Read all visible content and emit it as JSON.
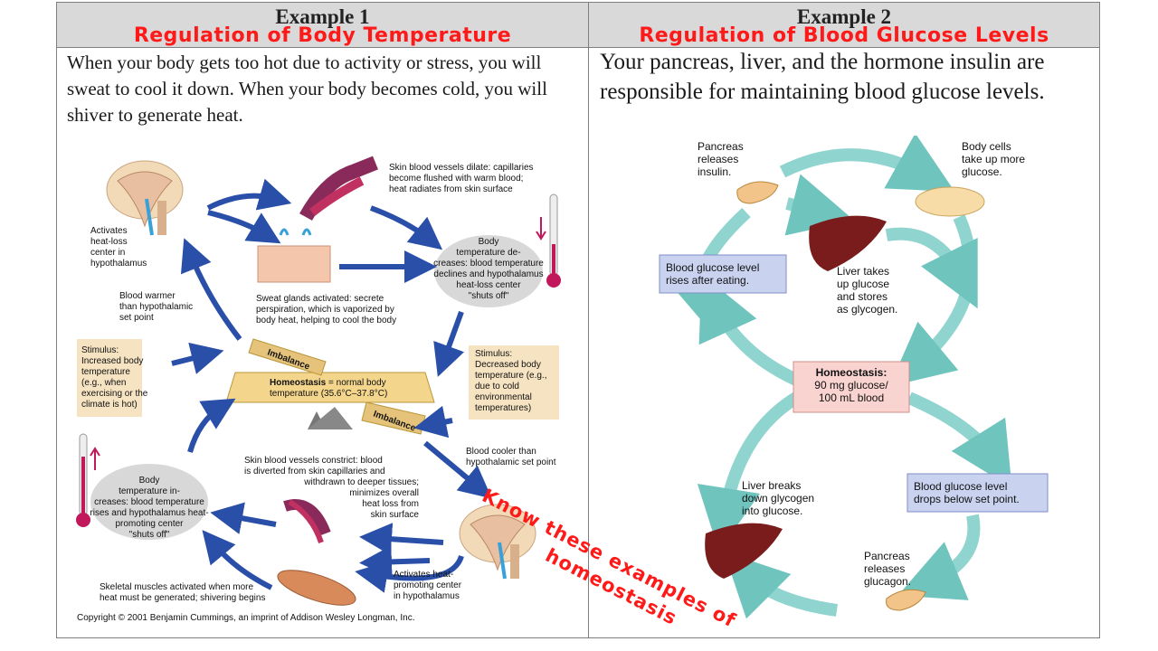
{
  "example1": {
    "title": "Example 1",
    "subtitle": "Regulation of Body Temperature",
    "paragraph": "When your body gets too hot due to activity or stress, you will sweat to cool it down. When your body becomes cold, you will shiver to generate heat.",
    "diagram": {
      "labels": {
        "activates_heat_loss_1": "Activates",
        "activates_heat_loss_2": "heat-loss",
        "activates_heat_loss_3": "center in",
        "activates_heat_loss_4": "hypothalamus",
        "skin_dilate_1": "Skin blood vessels dilate: capillaries",
        "skin_dilate_2": "become flushed with warm blood;",
        "skin_dilate_3": "heat radiates from skin surface",
        "blood_warmer_1": "Blood warmer",
        "blood_warmer_2": "than hypothalamic",
        "blood_warmer_3": "set point",
        "sweat_1": "Sweat glands activated: secrete",
        "sweat_2": "perspiration, which is vaporized by",
        "sweat_3": "body heat, helping to cool the body",
        "temp_dec_1": "Body",
        "temp_dec_2": "temperature de-",
        "temp_dec_3": "creases: blood temperature",
        "temp_dec_4": "declines and hypothalamus",
        "temp_dec_5": "heat-loss center",
        "temp_dec_6": "\"shuts off\"",
        "stim_inc_1": "Stimulus:",
        "stim_inc_2": "Increased body",
        "stim_inc_3": "temperature",
        "stim_inc_4": "(e.g., when",
        "stim_inc_5": "exercising or the",
        "stim_inc_6": "climate is hot)",
        "stim_dec_1": "Stimulus:",
        "stim_dec_2": "Decreased body",
        "stim_dec_3": "temperature (e.g.,",
        "stim_dec_4": "due to cold",
        "stim_dec_5": "environmental",
        "stim_dec_6": "temperatures)",
        "imbalance": "Imbalance",
        "homeostasis_bold": "Homeostasis",
        "homeostasis_rest": " = normal body",
        "homeostasis_line2": "temperature (35.6°C–37.8°C)",
        "temp_inc_1": "Body",
        "temp_inc_2": "temperature in-",
        "temp_inc_3": "creases: blood temperature",
        "temp_inc_4": "rises and hypothalamus heat-",
        "temp_inc_5": "promoting center",
        "temp_inc_6": "\"shuts off\"",
        "skin_constrict_1": "Skin blood vessels constrict: blood",
        "skin_constrict_2": "is diverted from skin capillaries and",
        "skin_constrict_3": "withdrawn to deeper tissues;",
        "skin_constrict_4": "minimizes overall",
        "skin_constrict_5": "heat loss from",
        "skin_constrict_6": "skin surface",
        "blood_cooler_1": "Blood cooler than",
        "blood_cooler_2": "hypothalamic set point",
        "skeletal_1": "Skeletal muscles activated when more",
        "skeletal_2": "heat must be generated; shivering begins",
        "activates_heat_promoting_1": "Activates heat-",
        "activates_heat_promoting_2": "promoting center",
        "activates_heat_promoting_3": "in hypothalamus",
        "copyright": "Copyright © 2001 Benjamin Cummings, an imprint of Addison Wesley Longman, Inc."
      }
    }
  },
  "example2": {
    "title": "Example 2",
    "subtitle": "Regulation of Blood Glucose Levels",
    "paragraph": "Your pancreas, liver, and the hormone insulin are responsible for maintaining blood glucose levels.",
    "diagram": {
      "labels": {
        "pancreas_insulin_1": "Pancreas",
        "pancreas_insulin_2": "releases",
        "pancreas_insulin_3": "insulin.",
        "body_cells_1": "Body cells",
        "body_cells_2": "take up more",
        "body_cells_3": "glucose.",
        "rises_1": "Blood glucose level",
        "rises_2": "rises after eating.",
        "liver_takes_1": "Liver takes",
        "liver_takes_2": "up glucose",
        "liver_takes_3": "and stores",
        "liver_takes_4": "as glycogen.",
        "homeostasis_1": "Homeostasis:",
        "homeostasis_2": "90 mg glucose/",
        "homeostasis_3": "100 mL blood",
        "liver_breaks_1": "Liver breaks",
        "liver_breaks_2": "down glycogen",
        "liver_breaks_3": "into glucose.",
        "drops_1": "Blood glucose level",
        "drops_2": "drops below set point.",
        "pancreas_glucagon_1": "Pancreas",
        "pancreas_glucagon_2": "releases",
        "pancreas_glucagon_3": "glucagon."
      }
    }
  },
  "overlay": {
    "line1": "Know these examples of",
    "line2": "homeostasis"
  },
  "colors": {
    "header_bg": "#d9d9d9",
    "accent_red": "#ff1a1a",
    "arrow_blue": "#2a4fa8",
    "arrow_teal": "#8fd4cf",
    "box_blue": "#c9d3f0",
    "box_pink": "#f8d3d0",
    "stimulus_box": "#f6e3c2"
  }
}
